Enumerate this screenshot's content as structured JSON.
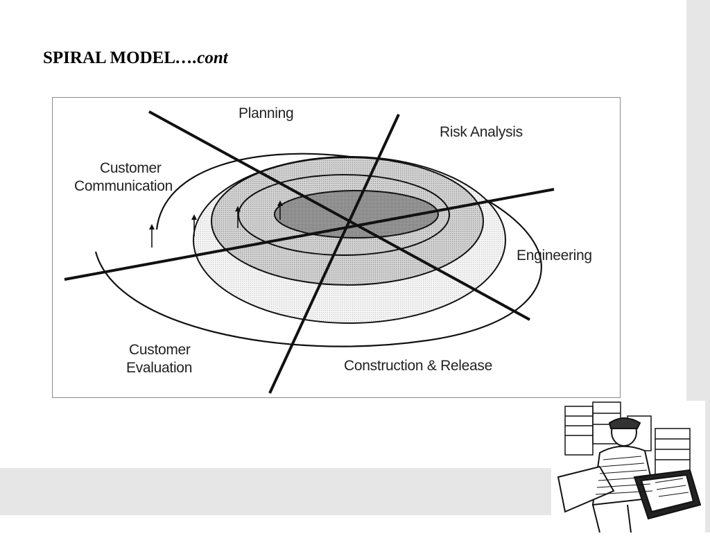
{
  "slide": {
    "title": "SPIRAL MODEL",
    "title_suffix": "….cont"
  },
  "diagram": {
    "labels": {
      "planning": "Planning",
      "risk_analysis": "Risk Analysis",
      "customer_communication_line1": "Customer",
      "customer_communication_line2": "Communication",
      "engineering": "Engineering",
      "customer_evaluation_line1": "Customer",
      "customer_evaluation_line2": "Evaluation",
      "construction_release": "Construction & Release"
    },
    "colors": {
      "ring_light": "#ececec",
      "ring_mid": "#c8c8c8",
      "ring_dark": "#9a9a9a",
      "stroke": "#111111"
    }
  },
  "clipart": {
    "description_icon": "worker-carrying-box-clipart"
  },
  "colors": {
    "background": "#ffffff",
    "side_band": "#e6e6e6"
  }
}
